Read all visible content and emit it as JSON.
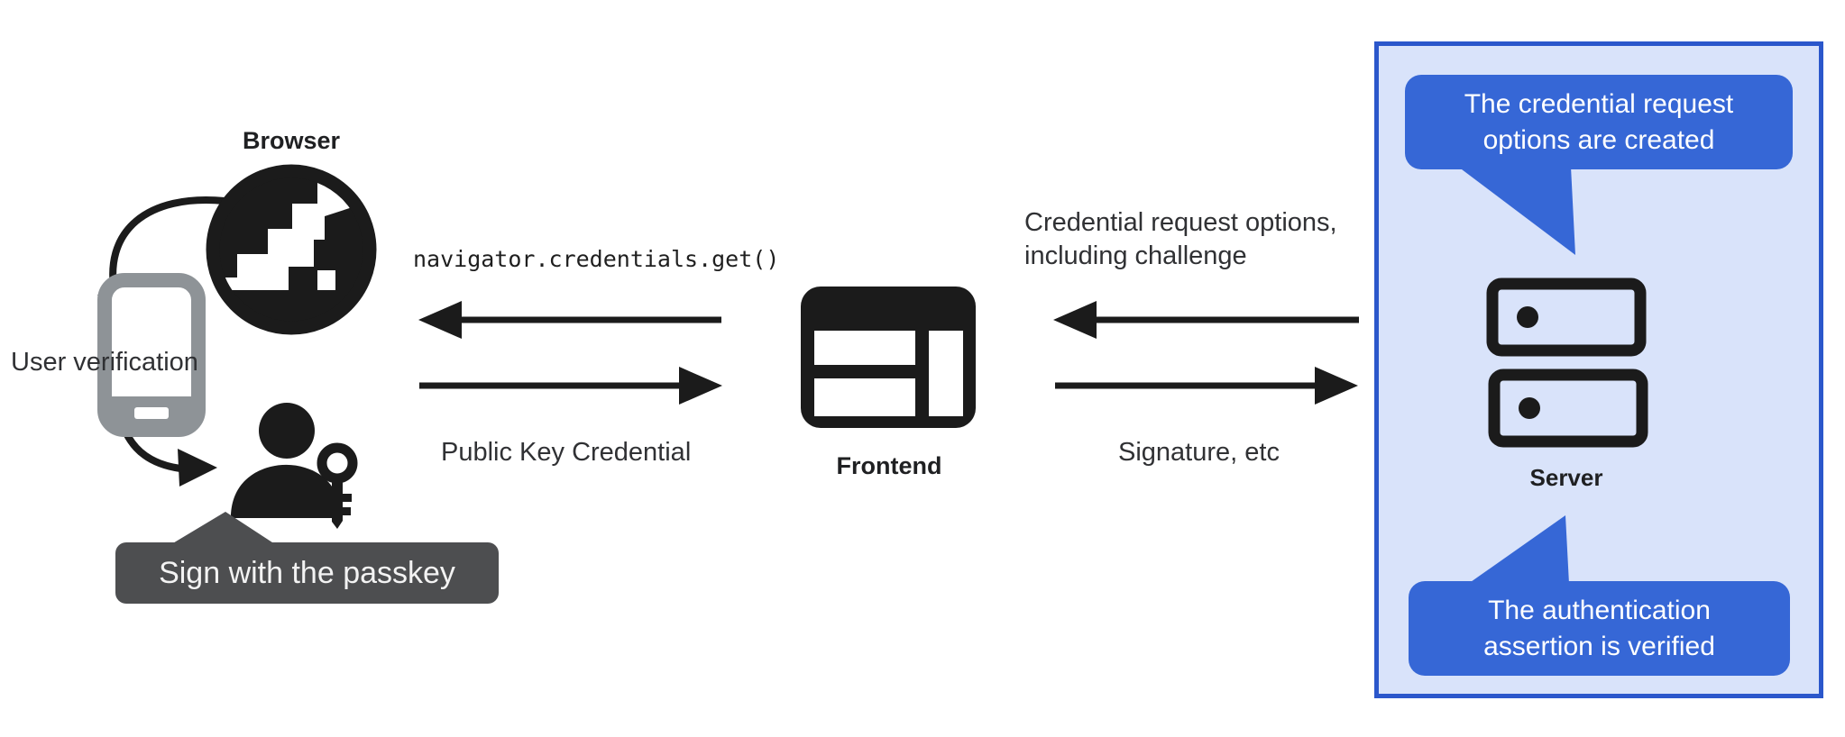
{
  "colors": {
    "ink": "#1B1B1B",
    "label_text": "#303134",
    "bubble_blue": "#3667D6",
    "panel_bg": "#D9E3FA",
    "panel_border": "#2B57CB",
    "badge_bg": "#4D4E50",
    "badge_text": "#F3F3F3",
    "phone_gray": "#8E9397",
    "canvas_bg": "#FFFFFF"
  },
  "nodes": {
    "browser": "Browser",
    "frontend": "Frontend",
    "server": "Server"
  },
  "annotations": {
    "user_verification": "User verification",
    "sign_badge": "Sign with the passkey",
    "get_call": "navigator.credentials.get()",
    "public_key_credential": "Public Key Credential",
    "credential_request_line1": "Credential request options,",
    "credential_request_line2": "including challenge",
    "signature": "Signature, etc"
  },
  "callouts": {
    "request_created_line1": "The credential request",
    "request_created_line2": "options are created",
    "assertion_verified_line1": "The authentication",
    "assertion_verified_line2": "assertion is verified"
  },
  "icons": {
    "browser": "globe-icon",
    "user_device": "smartphone-icon",
    "user": "person-with-key-icon",
    "frontend": "browser-window-icon",
    "server": "server-stack-icon"
  }
}
